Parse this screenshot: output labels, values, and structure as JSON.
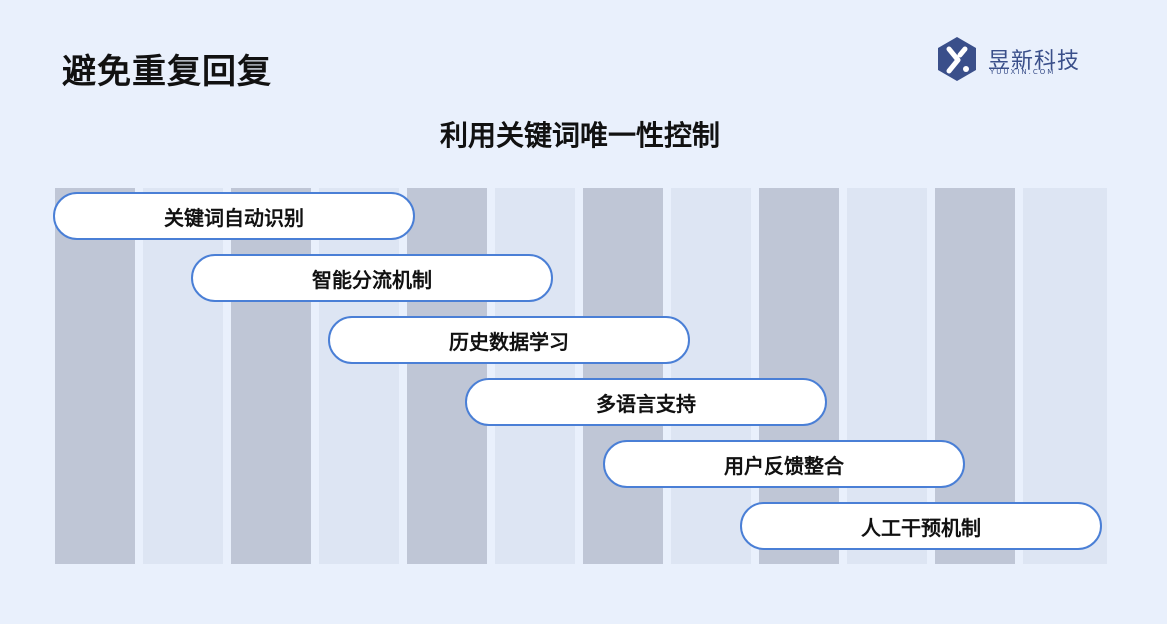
{
  "page_title": "避免重复回复",
  "logo": {
    "name": "昱新科技",
    "domain": "YUUXIN.COM",
    "icon": "x-hexagon-icon",
    "color": "#3a4f8a"
  },
  "diagram": {
    "title": "利用关键词唯一性控制",
    "steps": [
      {
        "label": "关键词自动识别"
      },
      {
        "label": "智能分流机制"
      },
      {
        "label": "历史数据学习"
      },
      {
        "label": "多语言支持"
      },
      {
        "label": "用户反馈整合"
      },
      {
        "label": "人工干预机制"
      }
    ]
  },
  "colors": {
    "background": "#e9f0fc",
    "pill_border": "#4a7fd6",
    "column_dark": "#bfc6d6",
    "column_light": "#dde5f3"
  }
}
